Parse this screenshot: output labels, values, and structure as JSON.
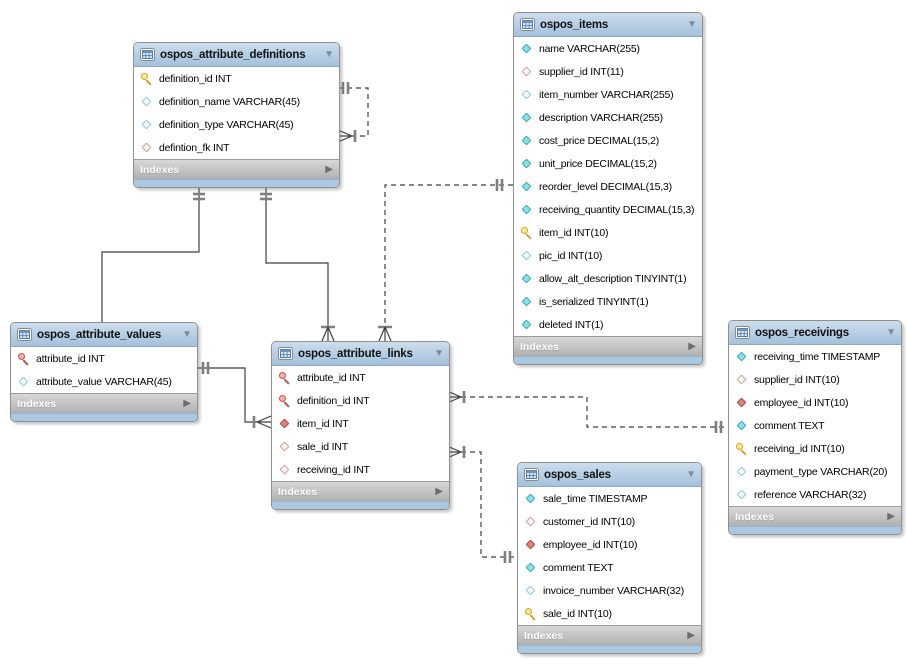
{
  "ui": {
    "collapse_glyph": "▼",
    "expand_glyph": "▶"
  },
  "colors": {
    "header_top": "#cddded",
    "header_bottom": "#a3c1dc",
    "bottom_strip": "#abc8e2",
    "indexes_bar": "#b9b9b9",
    "line": "#3f3f3f",
    "key_gold": "#d2a52c",
    "key_red": "#c0564c",
    "diamond_cyan": "#86e2ec",
    "diamond_red": "#e0837b"
  },
  "tables": [
    {
      "title": "ospos_attribute_definitions",
      "footer": {
        "label": "Indexes"
      },
      "columns": [
        {
          "icon": "key-gold",
          "text": "definition_id INT"
        },
        {
          "icon": "diamond-cyan-outline",
          "text": "definition_name VARCHAR(45)"
        },
        {
          "icon": "diamond-cyan-outline",
          "text": "definition_type VARCHAR(45)"
        },
        {
          "icon": "diamond-red-outline",
          "text": "defintion_fk INT"
        }
      ]
    },
    {
      "title": "ospos_items",
      "footer": {
        "label": "Indexes"
      },
      "columns": [
        {
          "icon": "diamond-cyan",
          "text": "name VARCHAR(255)"
        },
        {
          "icon": "diamond-red-outline",
          "text": "supplier_id INT(11)"
        },
        {
          "icon": "diamond-cyan-outline",
          "text": "item_number VARCHAR(255)"
        },
        {
          "icon": "diamond-cyan",
          "text": "description VARCHAR(255)"
        },
        {
          "icon": "diamond-cyan",
          "text": "cost_price DECIMAL(15,2)"
        },
        {
          "icon": "diamond-cyan",
          "text": "unit_price DECIMAL(15,2)"
        },
        {
          "icon": "diamond-cyan",
          "text": "reorder_level DECIMAL(15,3)"
        },
        {
          "icon": "diamond-cyan",
          "text": "receiving_quantity DECIMAL(15,3)"
        },
        {
          "icon": "key-gold",
          "text": "item_id INT(10)"
        },
        {
          "icon": "diamond-cyan-outline",
          "text": "pic_id INT(10)"
        },
        {
          "icon": "diamond-cyan",
          "text": "allow_alt_description TINYINT(1)"
        },
        {
          "icon": "diamond-cyan",
          "text": "is_serialized TINYINT(1)"
        },
        {
          "icon": "diamond-cyan",
          "text": "deleted INT(1)"
        }
      ]
    },
    {
      "title": "ospos_attribute_values",
      "footer": {
        "label": "Indexes"
      },
      "columns": [
        {
          "icon": "key-red",
          "text": "attribute_id INT"
        },
        {
          "icon": "diamond-cyan-outline",
          "text": "attribute_value VARCHAR(45)"
        }
      ]
    },
    {
      "title": "ospos_attribute_links",
      "footer": {
        "label": "Indexes"
      },
      "columns": [
        {
          "icon": "key-red",
          "text": "attribute_id INT"
        },
        {
          "icon": "key-red",
          "text": "definition_id INT"
        },
        {
          "icon": "diamond-red",
          "text": "item_id INT"
        },
        {
          "icon": "diamond-red-outline",
          "text": "sale_id INT"
        },
        {
          "icon": "diamond-red-outline",
          "text": "receiving_id INT"
        }
      ]
    },
    {
      "title": "ospos_sales",
      "footer": {
        "label": "Indexes"
      },
      "columns": [
        {
          "icon": "diamond-cyan",
          "text": "sale_time TIMESTAMP"
        },
        {
          "icon": "diamond-red-outline",
          "text": "customer_id INT(10)"
        },
        {
          "icon": "diamond-red",
          "text": "employee_id INT(10)"
        },
        {
          "icon": "diamond-cyan",
          "text": "comment TEXT"
        },
        {
          "icon": "diamond-cyan-outline",
          "text": "invoice_number VARCHAR(32)"
        },
        {
          "icon": "key-gold",
          "text": "sale_id INT(10)"
        }
      ]
    },
    {
      "title": "ospos_receivings",
      "footer": {
        "label": "Indexes"
      },
      "columns": [
        {
          "icon": "diamond-cyan",
          "text": "receiving_time TIMESTAMP"
        },
        {
          "icon": "diamond-red-outline",
          "text": "supplier_id INT(10)"
        },
        {
          "icon": "diamond-red",
          "text": "employee_id INT(10)"
        },
        {
          "icon": "diamond-cyan",
          "text": "comment TEXT"
        },
        {
          "icon": "key-gold",
          "text": "receiving_id INT(10)"
        },
        {
          "icon": "diamond-cyan-outline",
          "text": "payment_type VARCHAR(20)"
        },
        {
          "icon": "diamond-cyan-outline",
          "text": "reference VARCHAR(32)"
        }
      ]
    }
  ],
  "relationships": [
    {
      "from": "ospos_attribute_definitions.defintion_fk",
      "to": "ospos_attribute_definitions.definition_id",
      "line": "dashed",
      "cardinality": "many-to-one"
    },
    {
      "from": "ospos_attribute_values",
      "to": "ospos_attribute_definitions",
      "line": "solid",
      "cardinality": "many-to-one"
    },
    {
      "from": "ospos_attribute_links",
      "to": "ospos_attribute_definitions",
      "line": "solid",
      "cardinality": "many-to-one"
    },
    {
      "from": "ospos_attribute_links",
      "to": "ospos_items",
      "line": "dashed",
      "cardinality": "many-to-one"
    },
    {
      "from": "ospos_attribute_links",
      "to": "ospos_attribute_values",
      "line": "solid",
      "cardinality": "many-to-one"
    },
    {
      "from": "ospos_attribute_links",
      "to": "ospos_receivings",
      "line": "dashed",
      "cardinality": "many-to-one"
    },
    {
      "from": "ospos_attribute_links",
      "to": "ospos_sales",
      "line": "dashed",
      "cardinality": "many-to-one"
    }
  ]
}
